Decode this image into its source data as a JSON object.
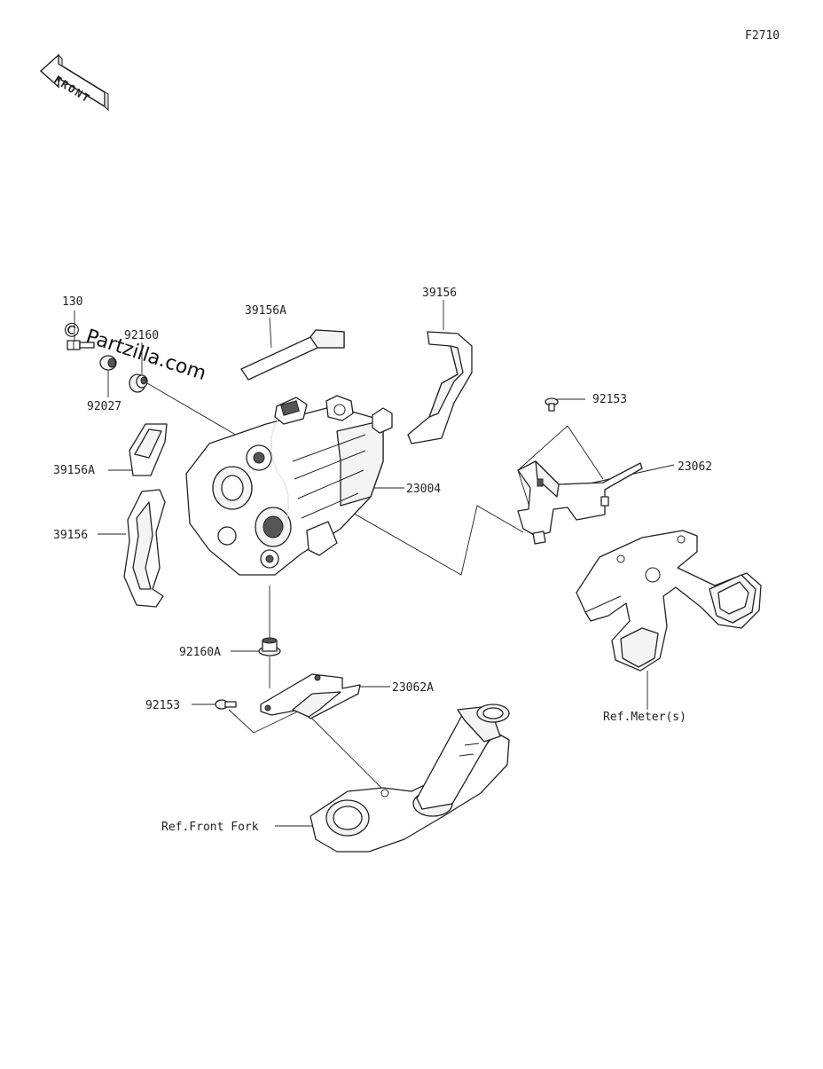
{
  "diagram": {
    "figure_code": "F2710",
    "front_label": "FRONT",
    "watermark": "© Partzilla.com",
    "part_labels": {
      "p130": "130",
      "p92160": "92160",
      "p92027": "92027",
      "p39156A_top": "39156A",
      "p39156_top": "39156",
      "p92153_right": "92153",
      "p23062": "23062",
      "p39156A_left": "39156A",
      "p23004": "23004",
      "p39156_left": "39156",
      "p92160A": "92160A",
      "p23062A": "23062A",
      "p92153_left": "92153",
      "ref_meter": "Ref.Meter(s)",
      "ref_front_fork": "Ref.Front Fork"
    }
  }
}
